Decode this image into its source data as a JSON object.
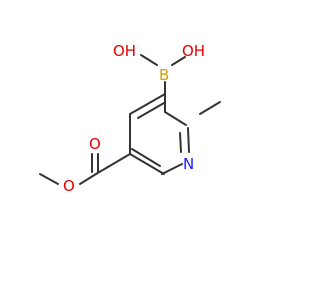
{
  "molecule": {
    "atoms": {
      "oh_left": "OH",
      "oh_right": "OH",
      "boron": "B",
      "nitrogen": "N",
      "ester_carbonyl_o": "O",
      "ester_ether_o": "O"
    }
  },
  "colors": {
    "bond": "#333333",
    "boron": "#d4a000",
    "oxygen": "#e60000",
    "nitrogen": "#1a1aff"
  }
}
